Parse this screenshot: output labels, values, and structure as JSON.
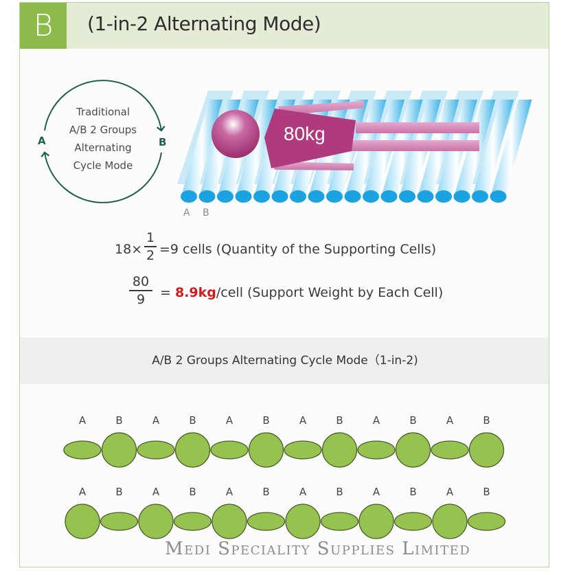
{
  "header": {
    "badge": "B",
    "title": "(1-in-2 Alternating Mode)"
  },
  "cycle_diagram": {
    "lines": [
      "Traditional",
      "A/B 2 Groups",
      "Alternating",
      "Cycle Mode"
    ],
    "label_a": "A",
    "label_b": "B"
  },
  "mattress_diagram": {
    "weight_label": "80kg",
    "under_labels": [
      "A",
      "B"
    ],
    "cell_count": 18,
    "colors": {
      "cell": "#1aa3e0",
      "body": "#b03a7e",
      "limb": "#d98bb8"
    }
  },
  "formulas": {
    "f1": {
      "prefix": "18×",
      "numerator": "1",
      "denominator": "2",
      "result": "=9 cells (Quantity of the Supporting Cells)"
    },
    "f2": {
      "numerator": "80",
      "denominator": "9",
      "equals": "=",
      "highlight": "8.9kg",
      "suffix": "/cell (Support Weight by Each Cell)",
      "highlight_color": "#d41a1a"
    }
  },
  "section": {
    "title": "A/B 2 Groups Alternating Cycle Mode（1-in-2)"
  },
  "rows": [
    {
      "labels": [
        "A",
        "B",
        "A",
        "B",
        "A",
        "B",
        "A",
        "B",
        "A",
        "B",
        "A",
        "B"
      ],
      "inflated": "B"
    },
    {
      "labels": [
        "A",
        "B",
        "A",
        "B",
        "A",
        "B",
        "A",
        "B",
        "A",
        "B",
        "A",
        "B"
      ],
      "inflated": "A"
    }
  ],
  "cell_color": "#96c350",
  "watermark": "Medi Speciality Supplies Limited"
}
